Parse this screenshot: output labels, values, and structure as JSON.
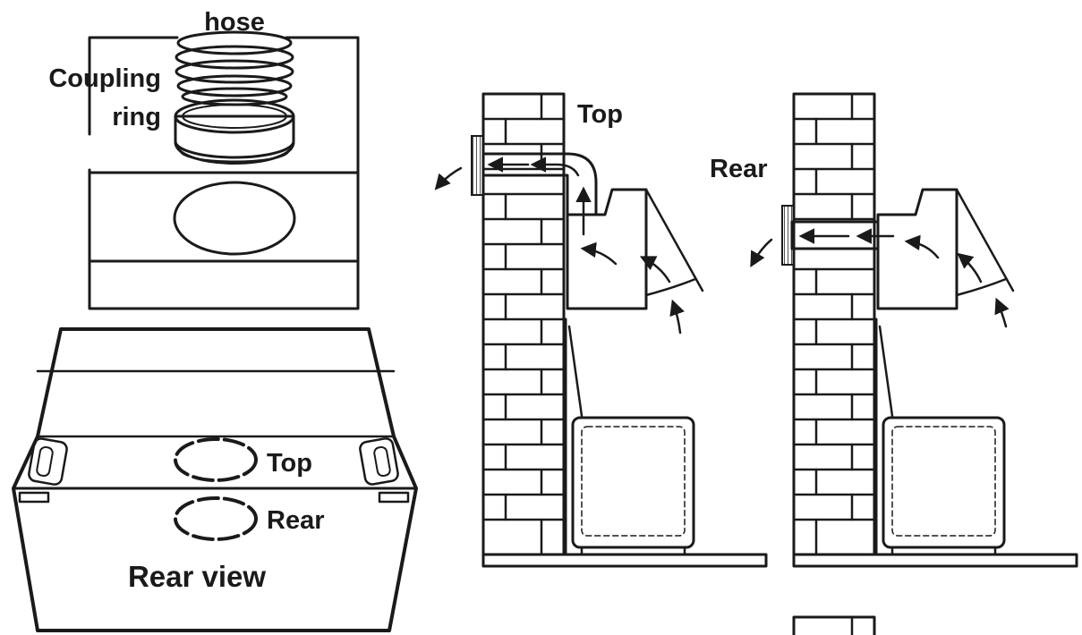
{
  "labels": {
    "hose": "hose",
    "coupling_line1": "Coupling",
    "coupling_line2": "ring",
    "top_hood": "Top",
    "rear_hood": "Rear",
    "rear_view": "Rear view",
    "top_install": "Top",
    "rear_install": "Rear"
  },
  "colors": {
    "ink": "#1a1a1a",
    "background": "#ffffff"
  }
}
